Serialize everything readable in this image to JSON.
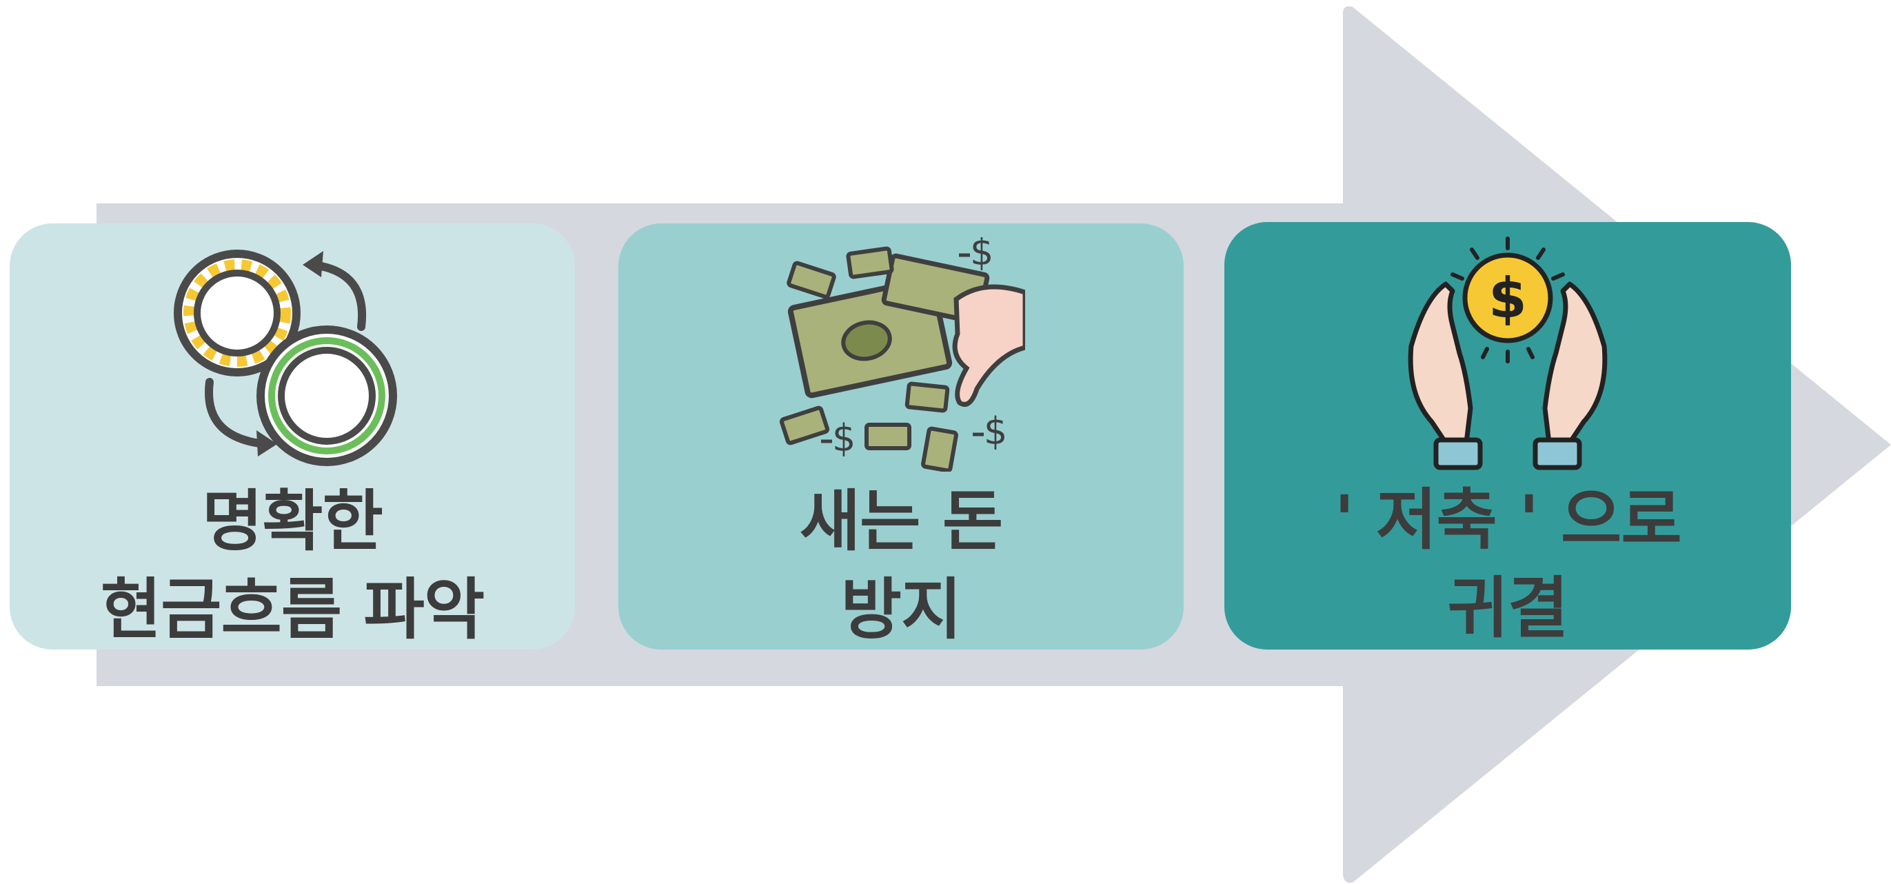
{
  "steps": [
    {
      "icon": "cash-flow-cycle-icon",
      "lines": [
        "명확한",
        "현금흐름 파악"
      ],
      "color": "#cde4e6"
    },
    {
      "icon": "money-leak-icon",
      "lines": [
        "새는 돈",
        "방지"
      ],
      "color": "#9acfd0"
    },
    {
      "icon": "savings-hands-coin-icon",
      "lines": [
        "' 저축 ' 으로",
        "귀결"
      ],
      "color": "#349b9b"
    }
  ],
  "colors": {
    "arrow": "#d5d8df",
    "text": "#3c3c3c",
    "money": "#a9b27a",
    "coin": "#f6c833"
  }
}
